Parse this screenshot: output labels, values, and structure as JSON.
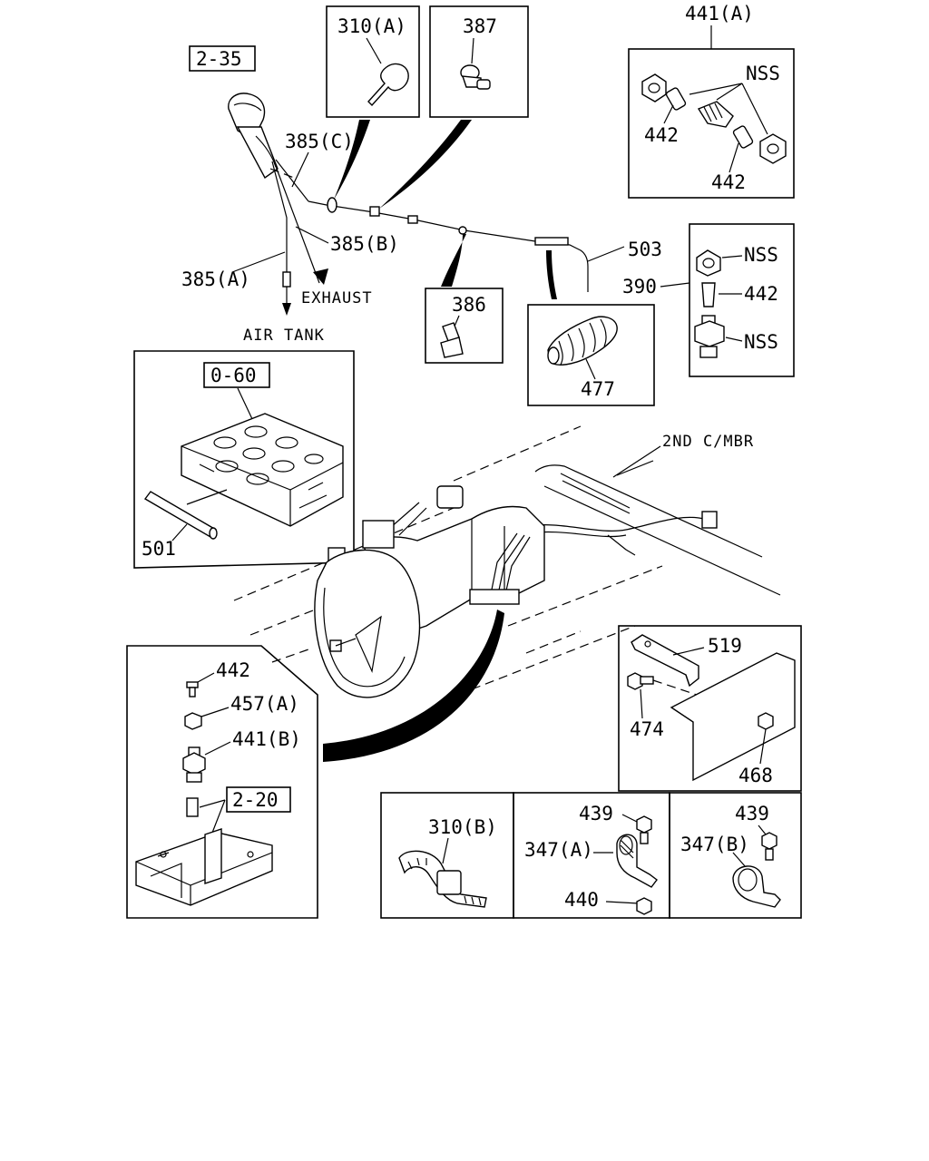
{
  "refs": {
    "ref_2_35": "2-35",
    "ref_0_60": "0-60",
    "ref_2_20": "2-20"
  },
  "labels": {
    "l310a": "310(A)",
    "l387": "387",
    "l441a": "441(A)",
    "nss_1": "NSS",
    "l442_1": "442",
    "l442_2": "442",
    "l385c": "385(C)",
    "l385b": "385(B)",
    "l385a": "385(A)",
    "exhaust": "EXHAUST",
    "air_tank": "AIR TANK",
    "l503": "503",
    "l390": "390",
    "nss_2": "NSS",
    "l442_3": "442",
    "nss_3": "NSS",
    "l386": "386",
    "l477": "477",
    "second_cmbr": "2ND C/MBR",
    "l501": "501",
    "l519": "519",
    "l474": "474",
    "l468": "468",
    "l442_4": "442",
    "l457a": "457(A)",
    "l441b": "441(B)",
    "l310b": "310(B)",
    "l439_1": "439",
    "l347a": "347(A)",
    "l440": "440",
    "l439_2": "439",
    "l347b": "347(B)"
  }
}
